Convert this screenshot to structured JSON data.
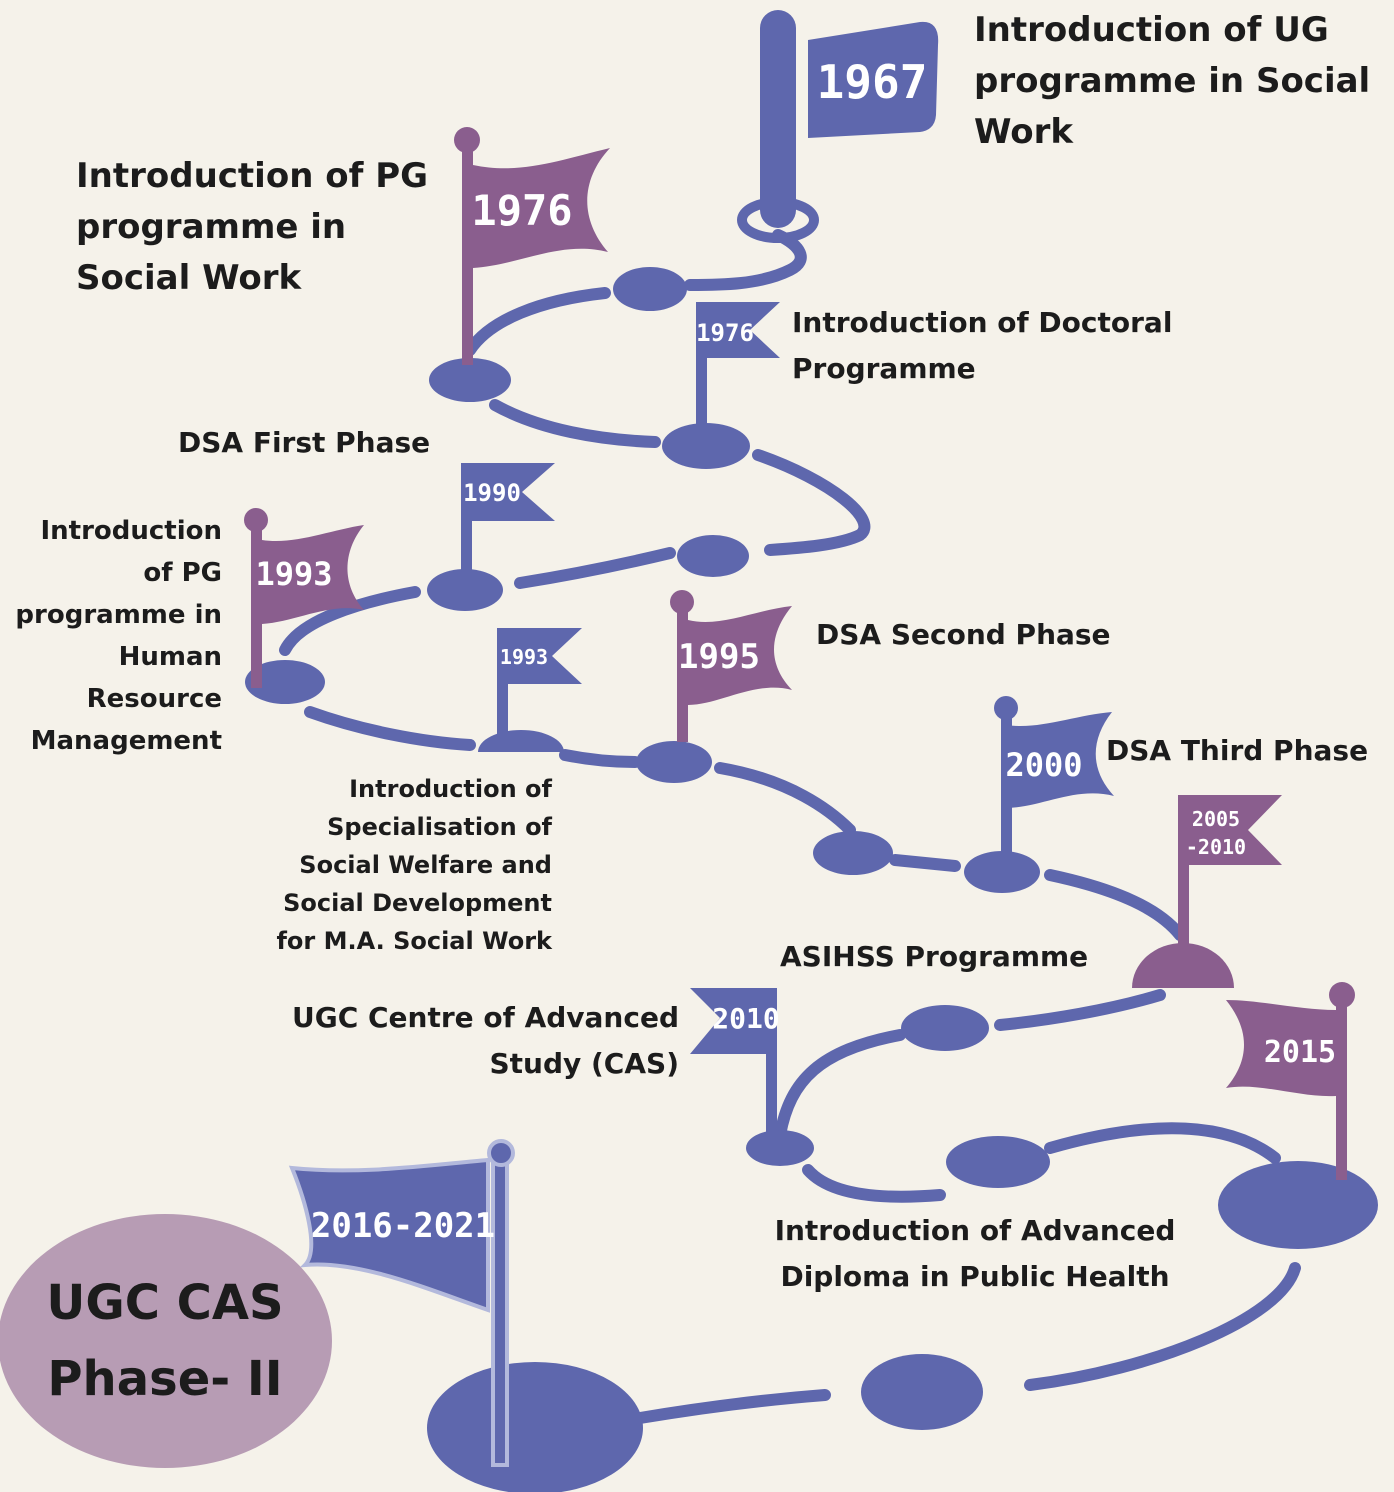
{
  "colors": {
    "background": "#f5f2ea",
    "path_blue": "#5e67ad",
    "flag_purple": "#8a5e8e",
    "badge_lilac": "#b79cb4",
    "text": "#1c1c1c"
  },
  "flags": {
    "f1967": {
      "year": "1967",
      "label": "Introduction of UG programme in Social Work"
    },
    "f1976pg": {
      "year": "1976",
      "label": "Introduction of PG programme in Social Work"
    },
    "f1976doc": {
      "year": "1976",
      "label": "Introduction of Doctoral Programme"
    },
    "f1990": {
      "year": "1990",
      "label": "DSA First Phase"
    },
    "f1993hr": {
      "year": "1993",
      "label": "Introduction of PG programme in Human Resource Management"
    },
    "f1993spec": {
      "year": "1993",
      "label": "Introduction of Specialisation of Social Welfare and Social Development for M.A. Social Work"
    },
    "f1995": {
      "year": "1995",
      "label": "DSA Second Phase"
    },
    "f2000": {
      "year": "2000",
      "label": "DSA Third Phase"
    },
    "f2005": {
      "year_line1": "2005",
      "year_line2": "-2010",
      "label": "ASIHSS Programme"
    },
    "f2010": {
      "year": "2010",
      "label": "UGC Centre of Advanced Study (CAS)"
    },
    "f2015": {
      "year": "2015",
      "label": "Introduction of Advanced Diploma in Public Health"
    },
    "f2016": {
      "year": "2016-2021"
    }
  },
  "badge": {
    "line1": "UGC CAS",
    "line2": "Phase- II"
  }
}
